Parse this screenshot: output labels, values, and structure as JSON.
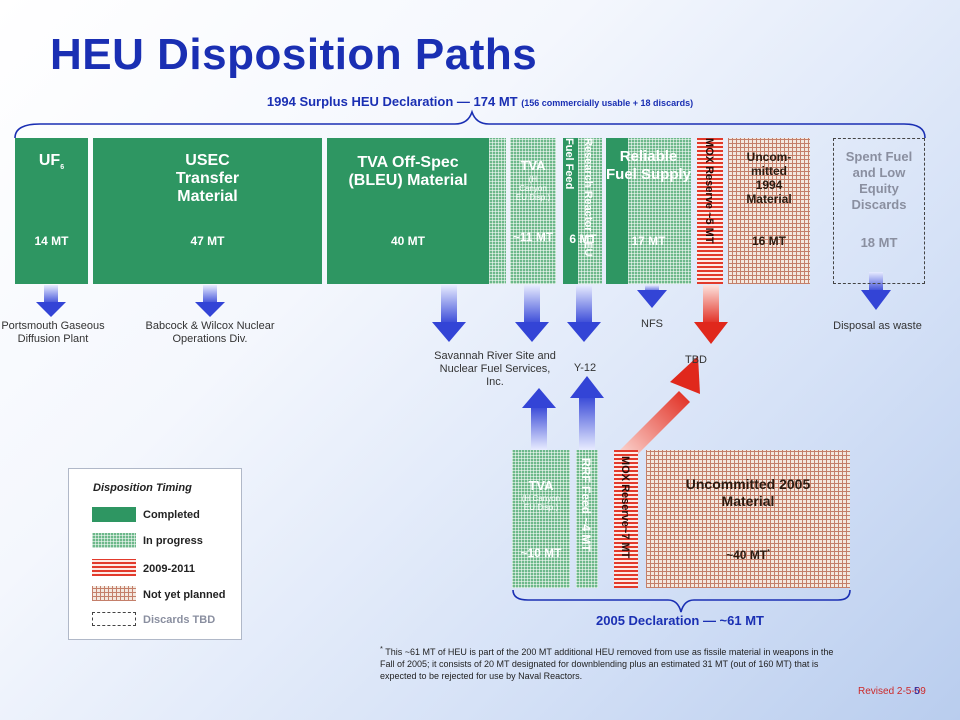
{
  "title": "HEU Disposition Paths",
  "top_header": {
    "main": "1994 Surplus HEU Declaration — 174 MT",
    "small": "(156 commercially usable + 18 discards)"
  },
  "bottom_header": "2005 Declaration — ~61 MT",
  "top_boxes": {
    "uf6": {
      "name": "UF",
      "sub": "6",
      "amount": "14 MT"
    },
    "usec": {
      "name": "USEC Transfer Material",
      "amount": "47 MT"
    },
    "tva_bleu": {
      "name": "TVA Off-Spec (BLEU) Material",
      "amount": "40 MT"
    },
    "tva_h": {
      "name": "TVA",
      "sub": "(H Canyon EU Disp.)",
      "amount": "~11 MT"
    },
    "rr_feed": {
      "name1": "Research Reactor LEU",
      "name2": "Fuel Feed",
      "amount": "6 MT"
    },
    "reliable": {
      "name": "Reliable Fuel Supply",
      "amount": "17 MT"
    },
    "mox": {
      "name": "MOX Reserve ~5 MT"
    },
    "uncom1994": {
      "name": "Uncom- mitted 1994 Material",
      "amount": "16 MT"
    },
    "spent": {
      "name": "Spent Fuel and Low Equity Discards",
      "amount": "18 MT"
    }
  },
  "destinations": {
    "portsmouth": "Portsmouth Gaseous Diffusion Plant",
    "babcock": "Babcock & Wilcox Nuclear Operations Div.",
    "savannah": "Savannah River Site and Nuclear Fuel Services, Inc.",
    "y12": "Y-12",
    "nfs": "NFS",
    "tbd": "TBD",
    "disposal": "Disposal as waste"
  },
  "bottom_boxes": {
    "tva_h": {
      "name": "TVA",
      "sub": "(H Canyon EU Disp.)",
      "amount": "~10 MT"
    },
    "rrf": {
      "name": "RRF Feed ~4 MT"
    },
    "mox": {
      "name": "MOX Reserve~7 MT"
    },
    "uncom2005": {
      "name": "Uncommitted 2005 Material",
      "amount": "~40 MT"
    }
  },
  "legend": {
    "title": "Disposition Timing",
    "items": [
      "Completed",
      "In progress",
      "2009-2011",
      "Not yet planned",
      "Discards TBD"
    ]
  },
  "footnote": "This ~61 MT of HEU is part of the 200 MT additional HEU removed from use as fissile material in weapons in the Fall of 2005; it consists of 20 MT designated for downblending plus an estimated 31 MT (out of 160 MT) that is expected to be rejected for use by Naval Reactors.",
  "revised": "Revised 2-5-09",
  "page_number": "5",
  "colors": {
    "title": "#1a2fb3",
    "completed": "#2e9662",
    "red": "#e23a2c"
  }
}
